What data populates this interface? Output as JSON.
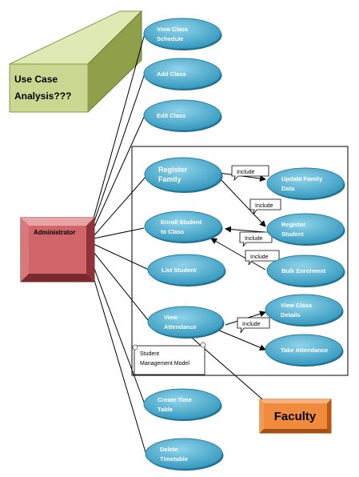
{
  "colors": {
    "usecase_fill": "#3ba3c6",
    "usecase_light": "#8fd3ea",
    "actor_fill": "#c9585d",
    "actor_light": "#e9a3a6",
    "faculty_fill": "#f08a3c",
    "banner_fill": "#c5d28a",
    "note_fill": "#ffffff",
    "line": "#000000"
  },
  "banner": {
    "lines": [
      "Use Case",
      "Analysis???"
    ]
  },
  "actors": {
    "administrator": {
      "label": "Administrator"
    },
    "faculty": {
      "label": "Faculty"
    }
  },
  "usecases": [
    {
      "id": "view_class_schedule",
      "lines": [
        "View Class",
        "Schedule"
      ]
    },
    {
      "id": "add_class",
      "lines": [
        "Add Class"
      ]
    },
    {
      "id": "edit_class",
      "lines": [
        "Edit Class"
      ]
    },
    {
      "id": "register_family",
      "lines": [
        "Register",
        "Family"
      ]
    },
    {
      "id": "update_family_data",
      "lines": [
        "Update Family",
        "Data"
      ]
    },
    {
      "id": "enroll_student",
      "lines": [
        "Enroll Student",
        "to Class"
      ]
    },
    {
      "id": "register_student",
      "lines": [
        "Register",
        "Student"
      ]
    },
    {
      "id": "bulk_enrolment",
      "lines": [
        "Bulk Enrolment"
      ]
    },
    {
      "id": "list_student",
      "lines": [
        "List Student"
      ]
    },
    {
      "id": "view_attendance",
      "lines": [
        "View",
        "Attendance"
      ]
    },
    {
      "id": "view_class_details",
      "lines": [
        "View Class",
        "Details"
      ]
    },
    {
      "id": "take_attendance",
      "lines": [
        "Take Attendance"
      ]
    },
    {
      "id": "create_time_table",
      "lines": [
        "Create Time",
        "Table"
      ]
    },
    {
      "id": "delete_timetable",
      "lines": [
        "Delete",
        "Timetable"
      ]
    }
  ],
  "include_label": "Include",
  "system_note": {
    "lines": [
      "Student",
      "Management Model"
    ]
  }
}
